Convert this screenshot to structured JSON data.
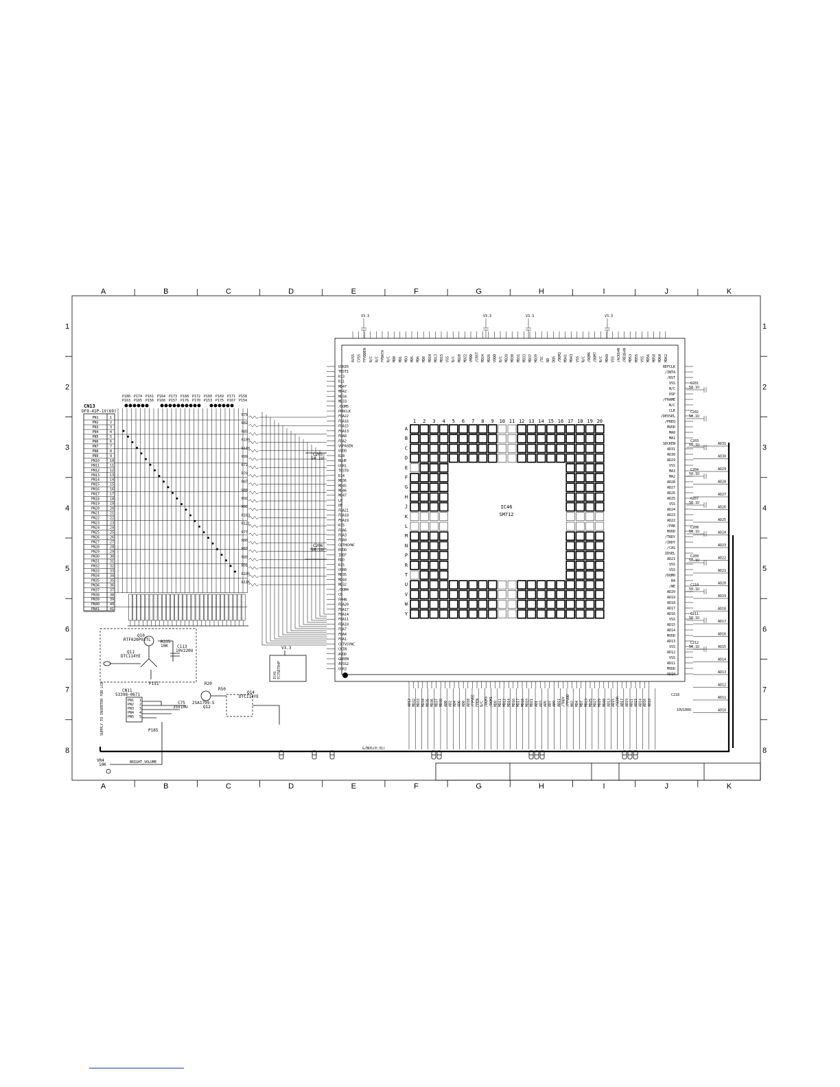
{
  "colors": {
    "ink": "#000000",
    "paper": "#ffffff",
    "link": "#1a3fb0"
  },
  "zones": {
    "columns": [
      "A",
      "B",
      "C",
      "D",
      "E",
      "F",
      "G",
      "H",
      "I",
      "J",
      "K"
    ],
    "rows": [
      "1",
      "2",
      "3",
      "4",
      "5",
      "6",
      "7",
      "8"
    ]
  },
  "ic": {
    "ref": "IC46",
    "part": "SM712",
    "grid_cols": [
      "1",
      "2",
      "3",
      "4",
      "5",
      "6",
      "7",
      "8",
      "9",
      "10",
      "11",
      "12",
      "13",
      "14",
      "15",
      "16",
      "17",
      "18",
      "19",
      "20"
    ],
    "grid_rows": [
      "A",
      "B",
      "C",
      "D",
      "E",
      "F",
      "G",
      "H",
      "J",
      "K",
      "L",
      "M",
      "N",
      "P",
      "R",
      "T",
      "U",
      "V",
      "W",
      "Y"
    ]
  },
  "connector_cn13": {
    "ref": "CN13",
    "part": "DF9-41P-1V(69)",
    "pins": [
      "PN1",
      "PN2",
      "PN3",
      "PN4",
      "PN5",
      "PN6",
      "PN7",
      "PN8",
      "PN9",
      "PN10",
      "PN11",
      "PN12",
      "PN13",
      "PN14",
      "PN15",
      "PN16",
      "PN17",
      "PN18",
      "PN19",
      "PN20",
      "PN21",
      "PN22",
      "PN23",
      "PN24",
      "PN25",
      "PN26",
      "PN27",
      "PN28",
      "PN29",
      "PN30",
      "PN31",
      "PN32",
      "PN33",
      "PN34",
      "PN35",
      "PN36",
      "PN37",
      "PN38",
      "PN39",
      "PN40",
      "PN41"
    ]
  },
  "connector_cn11": {
    "ref": "CN11",
    "part": "53398-0671",
    "pins": [
      "PN1",
      "PN2",
      "PN3",
      "PN4",
      "PN5"
    ],
    "note": "SUPPLY TO INVERTER FOR LCD"
  },
  "left_pins": [
    "USRI0",
    "TEST1",
    "R13",
    "R11",
    "MD47",
    "MD42",
    "MD34",
    "MD33",
    "/DQM5",
    "PPRCLK",
    "FDA22",
    "FDA16",
    "FDA15",
    "FDA13",
    "FDA8",
    "FDA2",
    "VGPASEN",
    "GVDD",
    "R28",
    "BLUE",
    "USR1",
    "TEST0",
    "R14",
    "MD36",
    "MD45",
    "MD46",
    "MD47",
    "LP",
    "DE",
    "FDA21",
    "FDA18",
    "FDA19",
    "R15",
    "FDA6",
    "FDA3",
    "FDA0",
    "CRTHSYNC",
    "RVDD",
    "IREF",
    "RED",
    "R15",
    "USR0",
    "MD35",
    "MD44",
    "MD32",
    "/DQM4",
    "CD",
    "FPHN",
    "FDA20",
    "FDA17",
    "FDA14",
    "FDA11",
    "FDA10",
    "FDA7",
    "FDA4",
    "FDA1",
    "CRTVSYNC",
    "CKIN",
    "AVDD",
    "GREEN",
    "AVSS2",
    "USR3"
  ],
  "right_pins": [
    "REFCLK",
    "/INTA",
    "/RST",
    "VSS",
    "N/C",
    "DSP",
    "/FRAME",
    "N/C",
    "CLK",
    "/DEVSEL",
    "/PREQ",
    "MVDD",
    "MA0",
    "MA1",
    "SDCKEN",
    "AD31",
    "AD30",
    "AD29",
    "VSS",
    "MA3",
    "MA2",
    "AD28",
    "AD27",
    "AD26",
    "AD25",
    "VSS",
    "AD24",
    "AD23",
    "AD22",
    "/PAR",
    "MVDD",
    "/TRDY",
    "/IRDY",
    "/CAS",
    "IDSEL",
    "AD21",
    "VSS",
    "VSS",
    "/DQM0",
    "B4",
    "/WE",
    "AD20",
    "AD19",
    "AD18",
    "AD17",
    "AD16",
    "VSS",
    "AD15",
    "AD14",
    "MVDD",
    "AD13",
    "VSS",
    "AD12",
    "VSS",
    "AD11",
    "MVDD",
    "AD10"
  ],
  "top_pins": [
    "AVSS",
    "CVSS",
    "FPVDDEN",
    "N/C",
    "N/C",
    "FPDATA",
    "N/C",
    "MD0",
    "MD1",
    "MD3",
    "MD5",
    "MD6",
    "MD8",
    "MD10",
    "MD13",
    "MD15",
    "VSS",
    "N/C",
    "MD20",
    "MD22",
    "VMDD",
    "/CRST",
    "MD24",
    "MD26",
    "VDDD",
    "N/C",
    "MD28",
    "MD30",
    "MD31",
    "MD33",
    "MD37",
    "MD39",
    "/SC",
    "ND",
    "DQS",
    "/DQM2",
    "MD41",
    "MD43",
    "VSS",
    "N/C",
    "/DQM6",
    "/DQM7",
    "N/C",
    "MD48",
    "VSS",
    "/ACK64N",
    "/REQ64N",
    "MD53",
    "MD55",
    "VSS",
    "MD56",
    "MD58",
    "MD60",
    "MD62"
  ],
  "bottom_pins": [
    "AD12",
    "MD32",
    "MD33",
    "MD34",
    "MD35",
    "MD36",
    "MD37",
    "MD38",
    "AD0",
    "AD2",
    "AD4",
    "AD6",
    "AD8",
    "AD10",
    "/FPVEE",
    "FPEN",
    "N/C",
    "/DQM3",
    "/DQM1",
    "MD9",
    "MD11",
    "MD12",
    "MD14",
    "MD16",
    "MD17",
    "MD18",
    "MD19",
    "MD21",
    "AD1",
    "AD3",
    "AD5",
    "AD7",
    "AD9",
    "AD11",
    "/TRDY",
    "/FPVDD",
    "MD2",
    "MD4",
    "MD7",
    "MD23",
    "MD25",
    "MD27",
    "MD29",
    "MD40",
    "AD13",
    "AD15",
    "/SERR",
    "AD17",
    "AD19",
    "AD21",
    "AD23",
    "AD14",
    "AD16",
    "AD18"
  ],
  "components": {
    "q10": {
      "ref": "Q10",
      "part": "RTF020P02TL"
    },
    "q11": {
      "ref": "Q11",
      "part": "DTC114YE"
    },
    "q12": {
      "ref": "Q12",
      "part": "2SA1799-S"
    },
    "q14": {
      "ref": "Q14",
      "part": "DTC114YE"
    },
    "r335": {
      "ref": "R335",
      "value": "10K"
    },
    "c113": {
      "ref": "C113",
      "value": "10V220U"
    },
    "c75": {
      "ref": "C75",
      "value": "35V10U"
    },
    "r20": {
      "ref": "R20"
    },
    "r50": {
      "ref": "R50"
    },
    "p151": {
      "ref": "P151"
    },
    "p185": {
      "ref": "P185"
    },
    "c205": {
      "ref": "C205",
      "value": "50.1U"
    },
    "c206": {
      "ref": "C206",
      "value": "50.1U"
    },
    "ic41": {
      "ref": "IC41",
      "part": "TC7SET04F"
    },
    "c201": {
      "ref": "C201",
      "value": "50.1U"
    },
    "c202": {
      "ref": "C202",
      "value": "50.1U"
    },
    "c203": {
      "ref": "C203",
      "value": "50.1U"
    },
    "c204": {
      "ref": "C204",
      "value": "50.1U"
    },
    "c207": {
      "ref": "C207",
      "value": "50.1U"
    },
    "c208": {
      "ref": "C208",
      "value": "50.1U"
    },
    "c209": {
      "ref": "C209",
      "value": "50.1U"
    },
    "c210": {
      "ref": "C210",
      "value": "50.1U"
    },
    "c211": {
      "ref": "C211",
      "value": "50.1U"
    },
    "c212": {
      "ref": "C212",
      "value": "50.1U"
    },
    "c218": {
      "ref": "C218",
      "value": "10V100U"
    }
  },
  "test_points_top": [
    "P180",
    "P174",
    "P161",
    "P164",
    "P173",
    "P168",
    "P172",
    "P160",
    "P169",
    "P171",
    "P158",
    "P163",
    "P165",
    "P156",
    "P166",
    "P157",
    "P176",
    "P170",
    "P153",
    "P175",
    "P167",
    "P154"
  ],
  "series_resistors": [
    "R79",
    "R82",
    "R85",
    "R109",
    "R110",
    "R99",
    "R72",
    "R70",
    "R87",
    "R88",
    "R92",
    "R93",
    "R103",
    "R121",
    "R77",
    "R80",
    "R83",
    "R89",
    "R91",
    "R105",
    "R116"
  ],
  "net_labels": {
    "right": [
      "AD31",
      "AD30",
      "AD29",
      "AD28",
      "AD27",
      "AD26",
      "AD25",
      "AD24",
      "AD23",
      "AD22",
      "AD21",
      "AD20",
      "AD19",
      "AD18",
      "AD17",
      "AD16",
      "AD15",
      "AD14",
      "AD13",
      "AD12",
      "AD11",
      "AD10"
    ],
    "bottom_bus": "G/BUS(0:31)",
    "vcc": "V3.3",
    "brightness": "BRIGHT_VOLUME",
    "vr_ref": "VR4",
    "vr_value": "10K"
  }
}
